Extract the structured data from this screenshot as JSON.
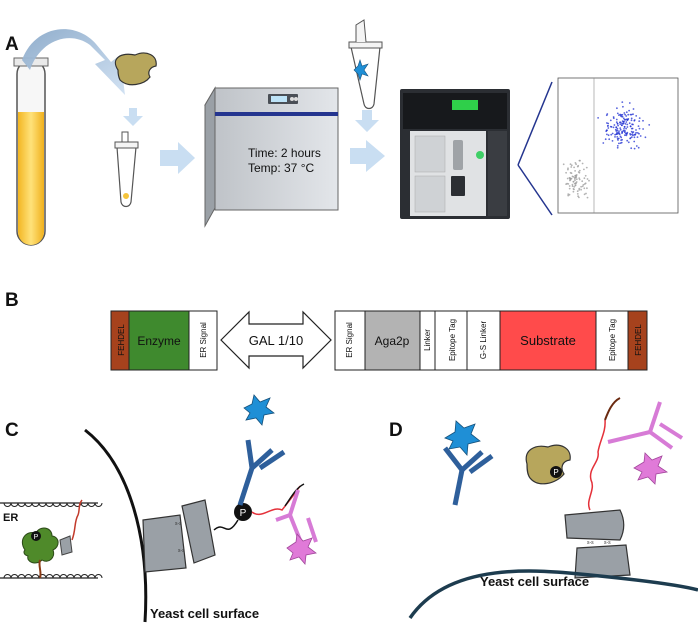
{
  "panels": {
    "a": "A",
    "b": "B",
    "c": "C",
    "d": "D"
  },
  "incubator": {
    "time": "Time: 2 hours",
    "temp": "Temp: 37 °C"
  },
  "construct": {
    "left_fehdel": "FEHDEL",
    "enzyme": "Enzyme",
    "er_signal_left": "ER Signal",
    "promoter": "GAL 1/10",
    "er_signal_right": "ER Signal",
    "aga2p": "Aga2p",
    "linker": "Linker",
    "epitope_tag_1": "Epitope Tag",
    "gs_linker": "G-S Linker",
    "substrate": "Substrate",
    "epitope_tag_2": "Epitope Tag",
    "right_fehdel": "FEHDEL"
  },
  "panel_c": {
    "er_label": "ER",
    "surface_label": "Yeast cell surface",
    "phospho": "P"
  },
  "panel_d": {
    "surface_label": "Yeast cell surface",
    "phospho": "P"
  },
  "colors": {
    "enzyme_green": "#3f8a2e",
    "substrate_red": "#ff4b4b",
    "fehdel_brown": "#a6421d",
    "aga2p_gray": "#b3b3b3",
    "antibody_blue": "#2e5f9b",
    "antibody_pink": "#d77bd6",
    "fluor_blue": "#1f8fd6",
    "fluor_pink": "#e07ad8",
    "culture_yellow": "#f5c43b"
  }
}
